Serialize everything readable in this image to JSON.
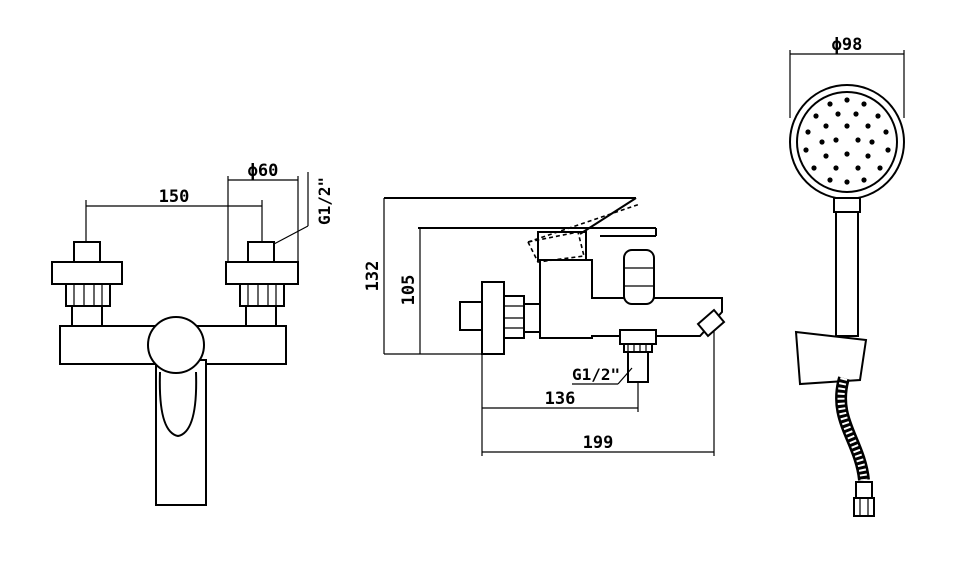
{
  "front_view": {
    "dim_spacing": "150",
    "dim_flange": "ϕ60",
    "dim_thread": "G1/2\""
  },
  "side_view": {
    "dim_height_total": "132",
    "dim_height_spout": "105",
    "dim_outlet_thread": "G1/2\"",
    "dim_outlet_offset": "136",
    "dim_total_length": "199"
  },
  "hand_shower": {
    "dim_head_diameter": "ϕ98"
  }
}
